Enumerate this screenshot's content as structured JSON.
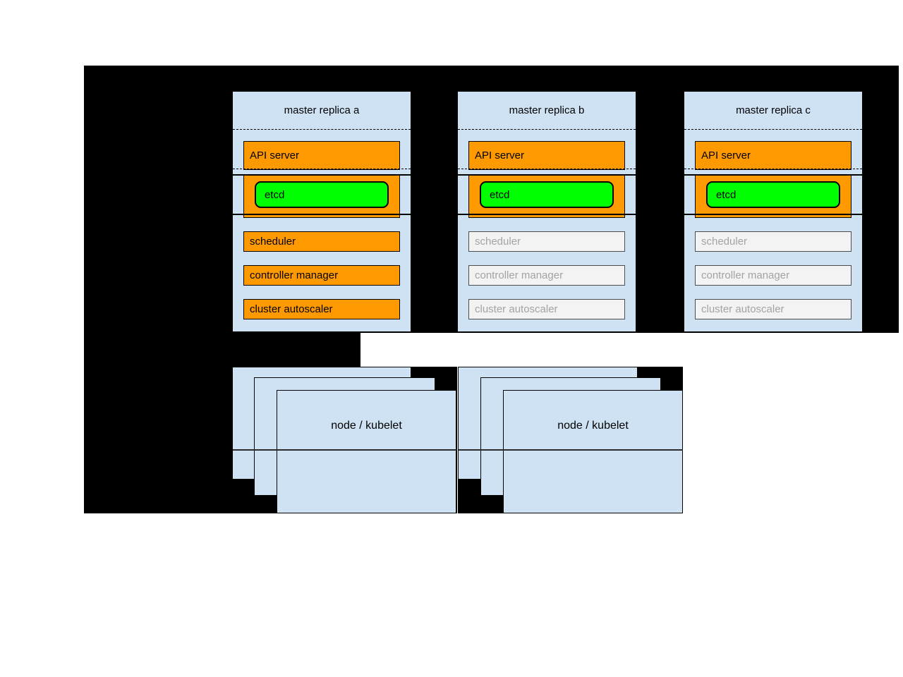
{
  "masters": [
    {
      "title": "master replica a",
      "components": {
        "api_server": "API server",
        "etcd": "etcd",
        "scheduler": "scheduler",
        "controller_manager": "controller manager",
        "cluster_autoscaler": "cluster autoscaler"
      }
    },
    {
      "title": "master replica b",
      "components": {
        "api_server": "API server",
        "etcd": "etcd",
        "scheduler": "scheduler",
        "controller_manager": "controller manager",
        "cluster_autoscaler": "cluster autoscaler"
      }
    },
    {
      "title": "master replica c",
      "components": {
        "api_server": "API server",
        "etcd": "etcd",
        "scheduler": "scheduler",
        "controller_manager": "controller manager",
        "cluster_autoscaler": "cluster autoscaler"
      }
    }
  ],
  "nodes": [
    {
      "label": "node / kubelet"
    },
    {
      "label": "node / kubelet"
    }
  ],
  "colors": {
    "backdrop": "#000000",
    "box_blue": "#cfe2f3",
    "active_orange": "#ff9900",
    "etcd_green": "#00ff00",
    "inactive_fill": "#f3f3f3",
    "inactive_text": "#a3a3a3"
  }
}
